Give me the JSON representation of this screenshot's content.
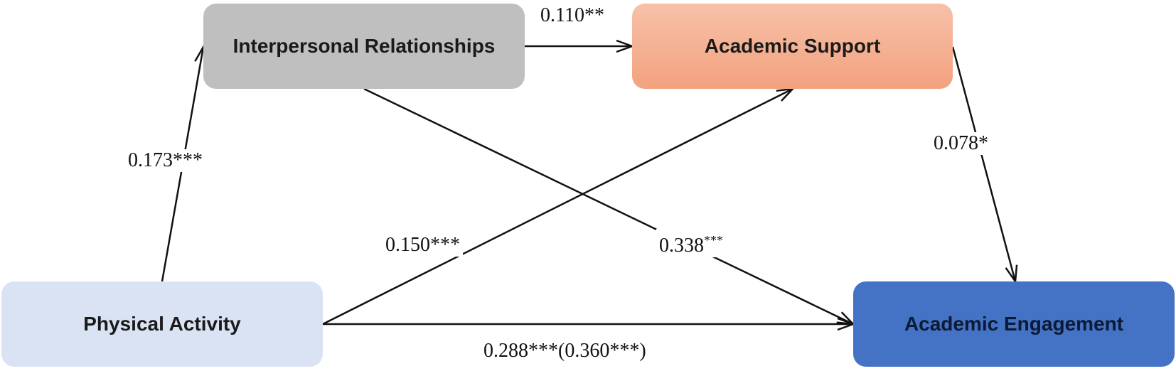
{
  "nodes": {
    "interpersonal": "Interpersonal Relationships",
    "academic_support": "Academic Support",
    "physical_activity": "Physical Activity",
    "academic_engagement": "Academic Engagement"
  },
  "paths": {
    "ir_to_as": "0.110**",
    "pa_to_ir": "0.173***",
    "as_to_ae": "0.078*",
    "pa_to_as": "0.150***",
    "ir_to_ae": "0.338",
    "ir_to_ae_sig": "***",
    "pa_to_ae": "0.288***(0.360***)"
  },
  "colors": {
    "interpersonal": "#bfbfbf",
    "academic_support": "#f3a27f",
    "physical_activity": "#dae3f3",
    "academic_engagement": "#4472c4"
  }
}
